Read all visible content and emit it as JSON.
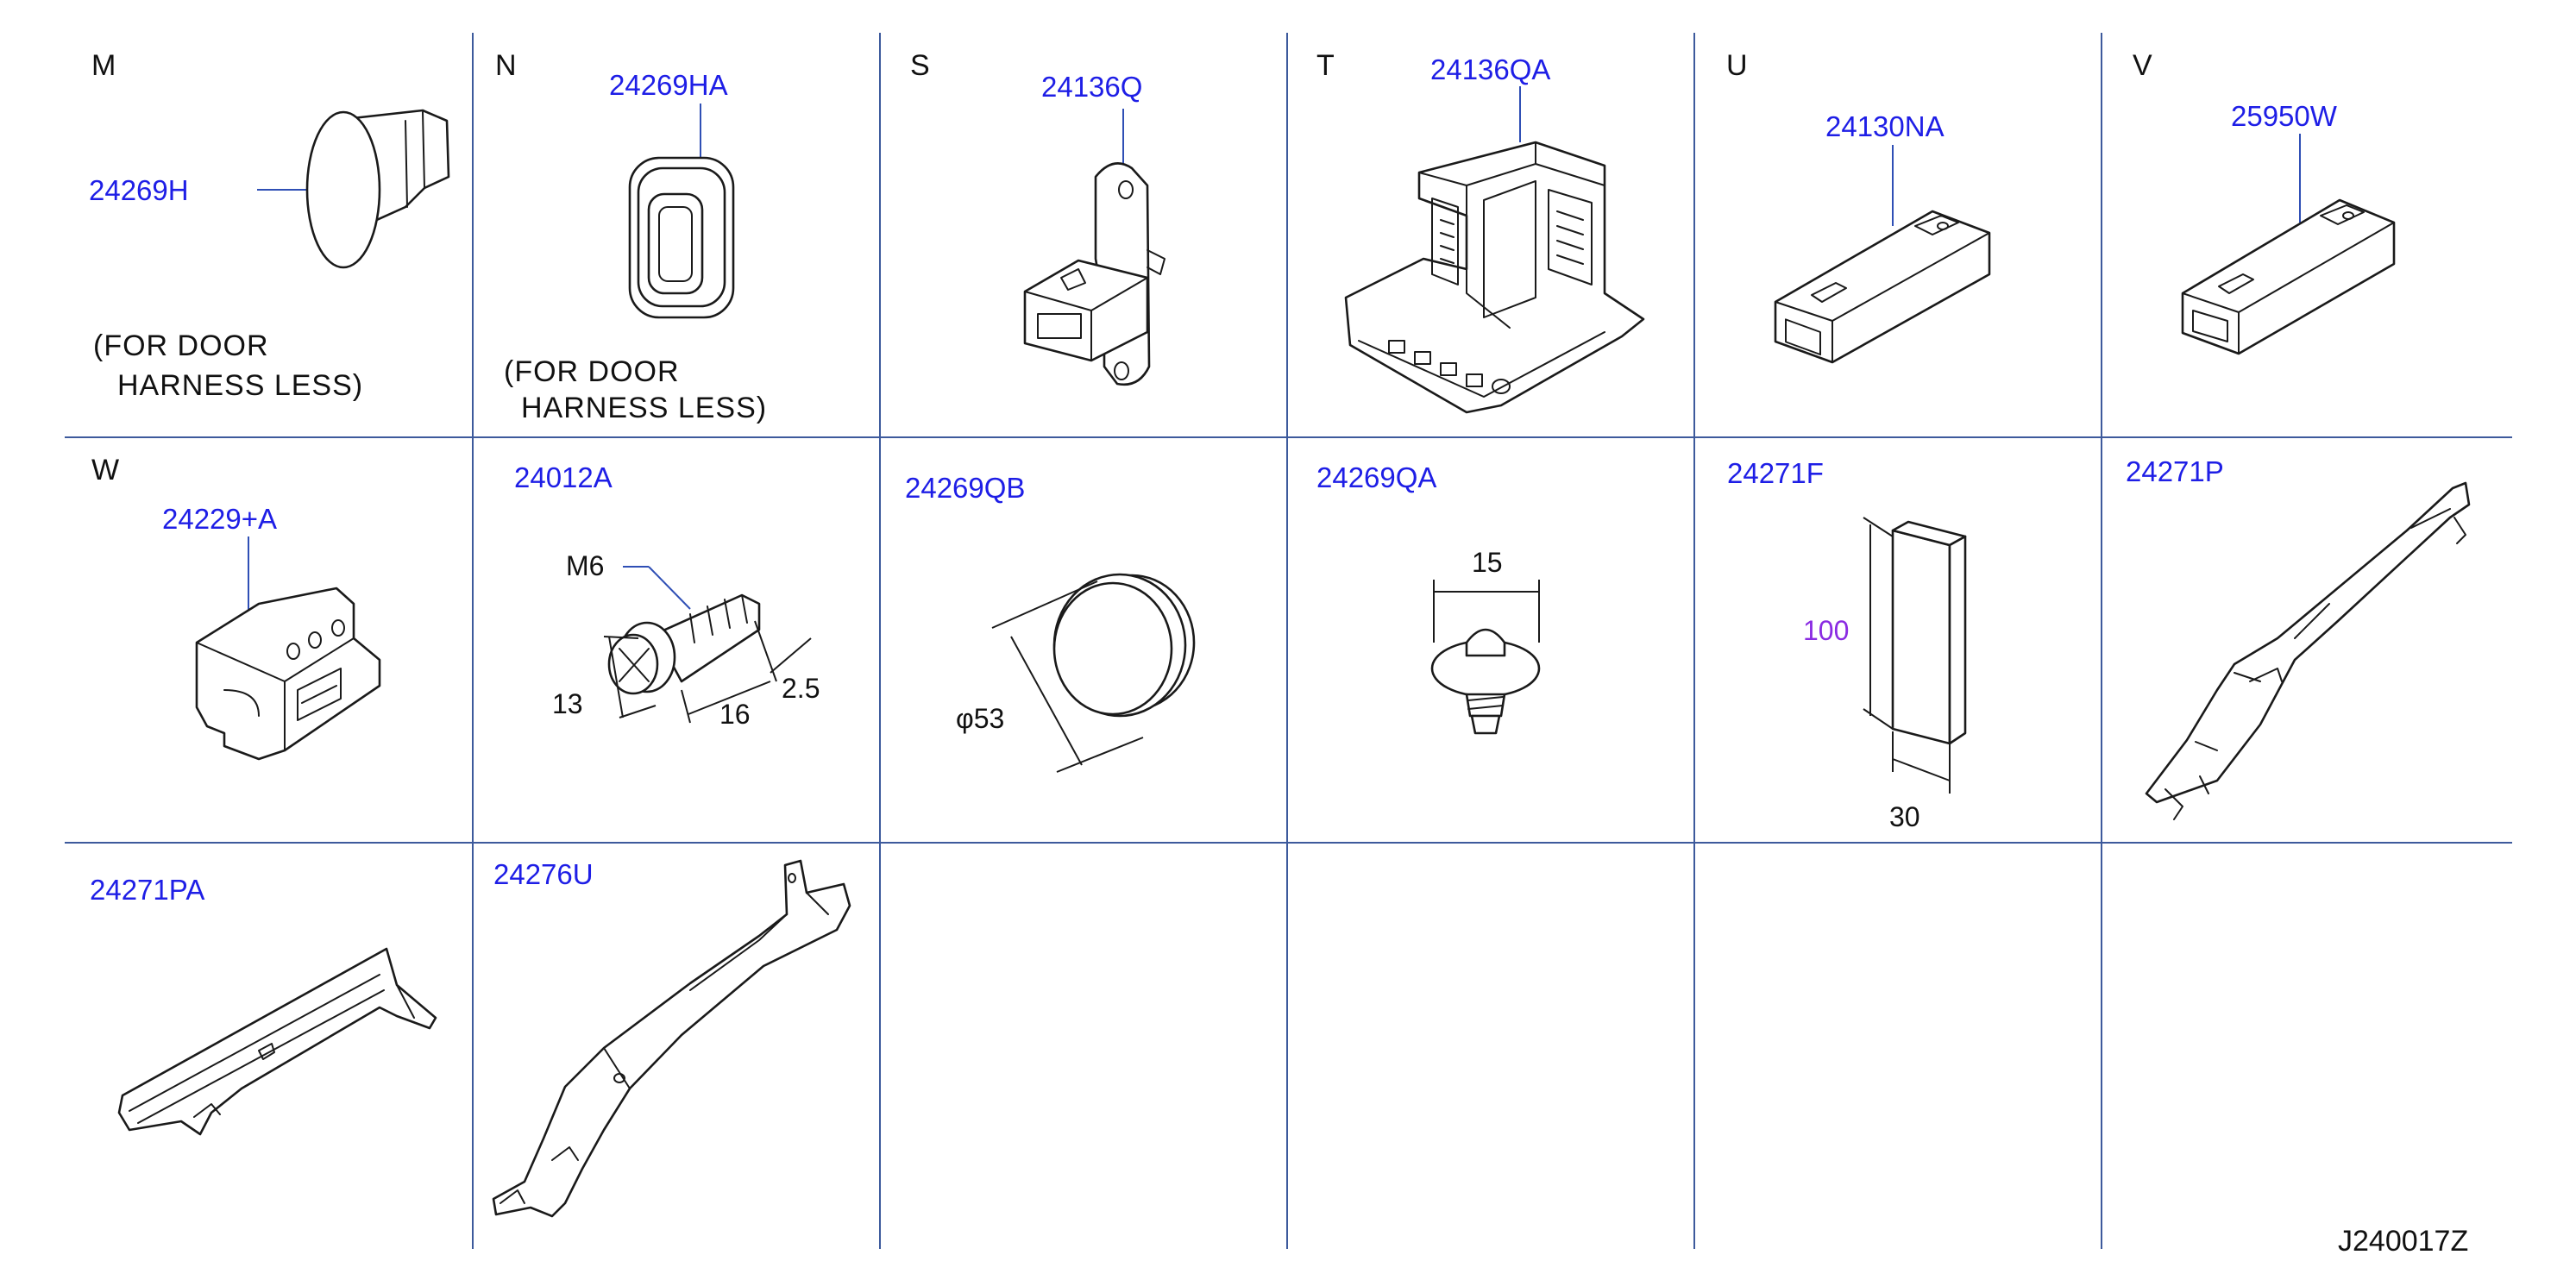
{
  "cells": {
    "M": {
      "letter": "M",
      "part": "24269H",
      "note_line1": "(FOR  DOOR",
      "note_line2": "HARNESS  LESS)"
    },
    "N": {
      "letter": "N",
      "part": "24269HA",
      "note_line1": "(FOR  DOOR",
      "note_line2": "HARNESS  LESS)"
    },
    "S": {
      "letter": "S",
      "part": "24136Q"
    },
    "T": {
      "letter": "T",
      "part": "24136QA"
    },
    "U": {
      "letter": "U",
      "part": "24130NA"
    },
    "V": {
      "letter": "V",
      "part": "25950W"
    },
    "W": {
      "letter": "W",
      "part": "24229+A"
    },
    "bolt": {
      "part": "24012A",
      "thread": "M6",
      "dim_a": "13",
      "dim_b": "16",
      "dim_c": "2.5"
    },
    "grommet": {
      "part": "24269QB",
      "diameter": "φ53"
    },
    "clip": {
      "part": "24269QA",
      "width": "15"
    },
    "pad": {
      "part": "24271F",
      "height": "100",
      "width": "30"
    },
    "protector_p": {
      "part": "24271P"
    },
    "protector_pa": {
      "part": "24271PA"
    },
    "protector_u": {
      "part": "24276U"
    }
  },
  "diagram_code": "J240017Z",
  "colors": {
    "part_number": "#1e1ee6",
    "dimension_highlight": "#8a2be2",
    "grid": "#3d5a9c"
  }
}
